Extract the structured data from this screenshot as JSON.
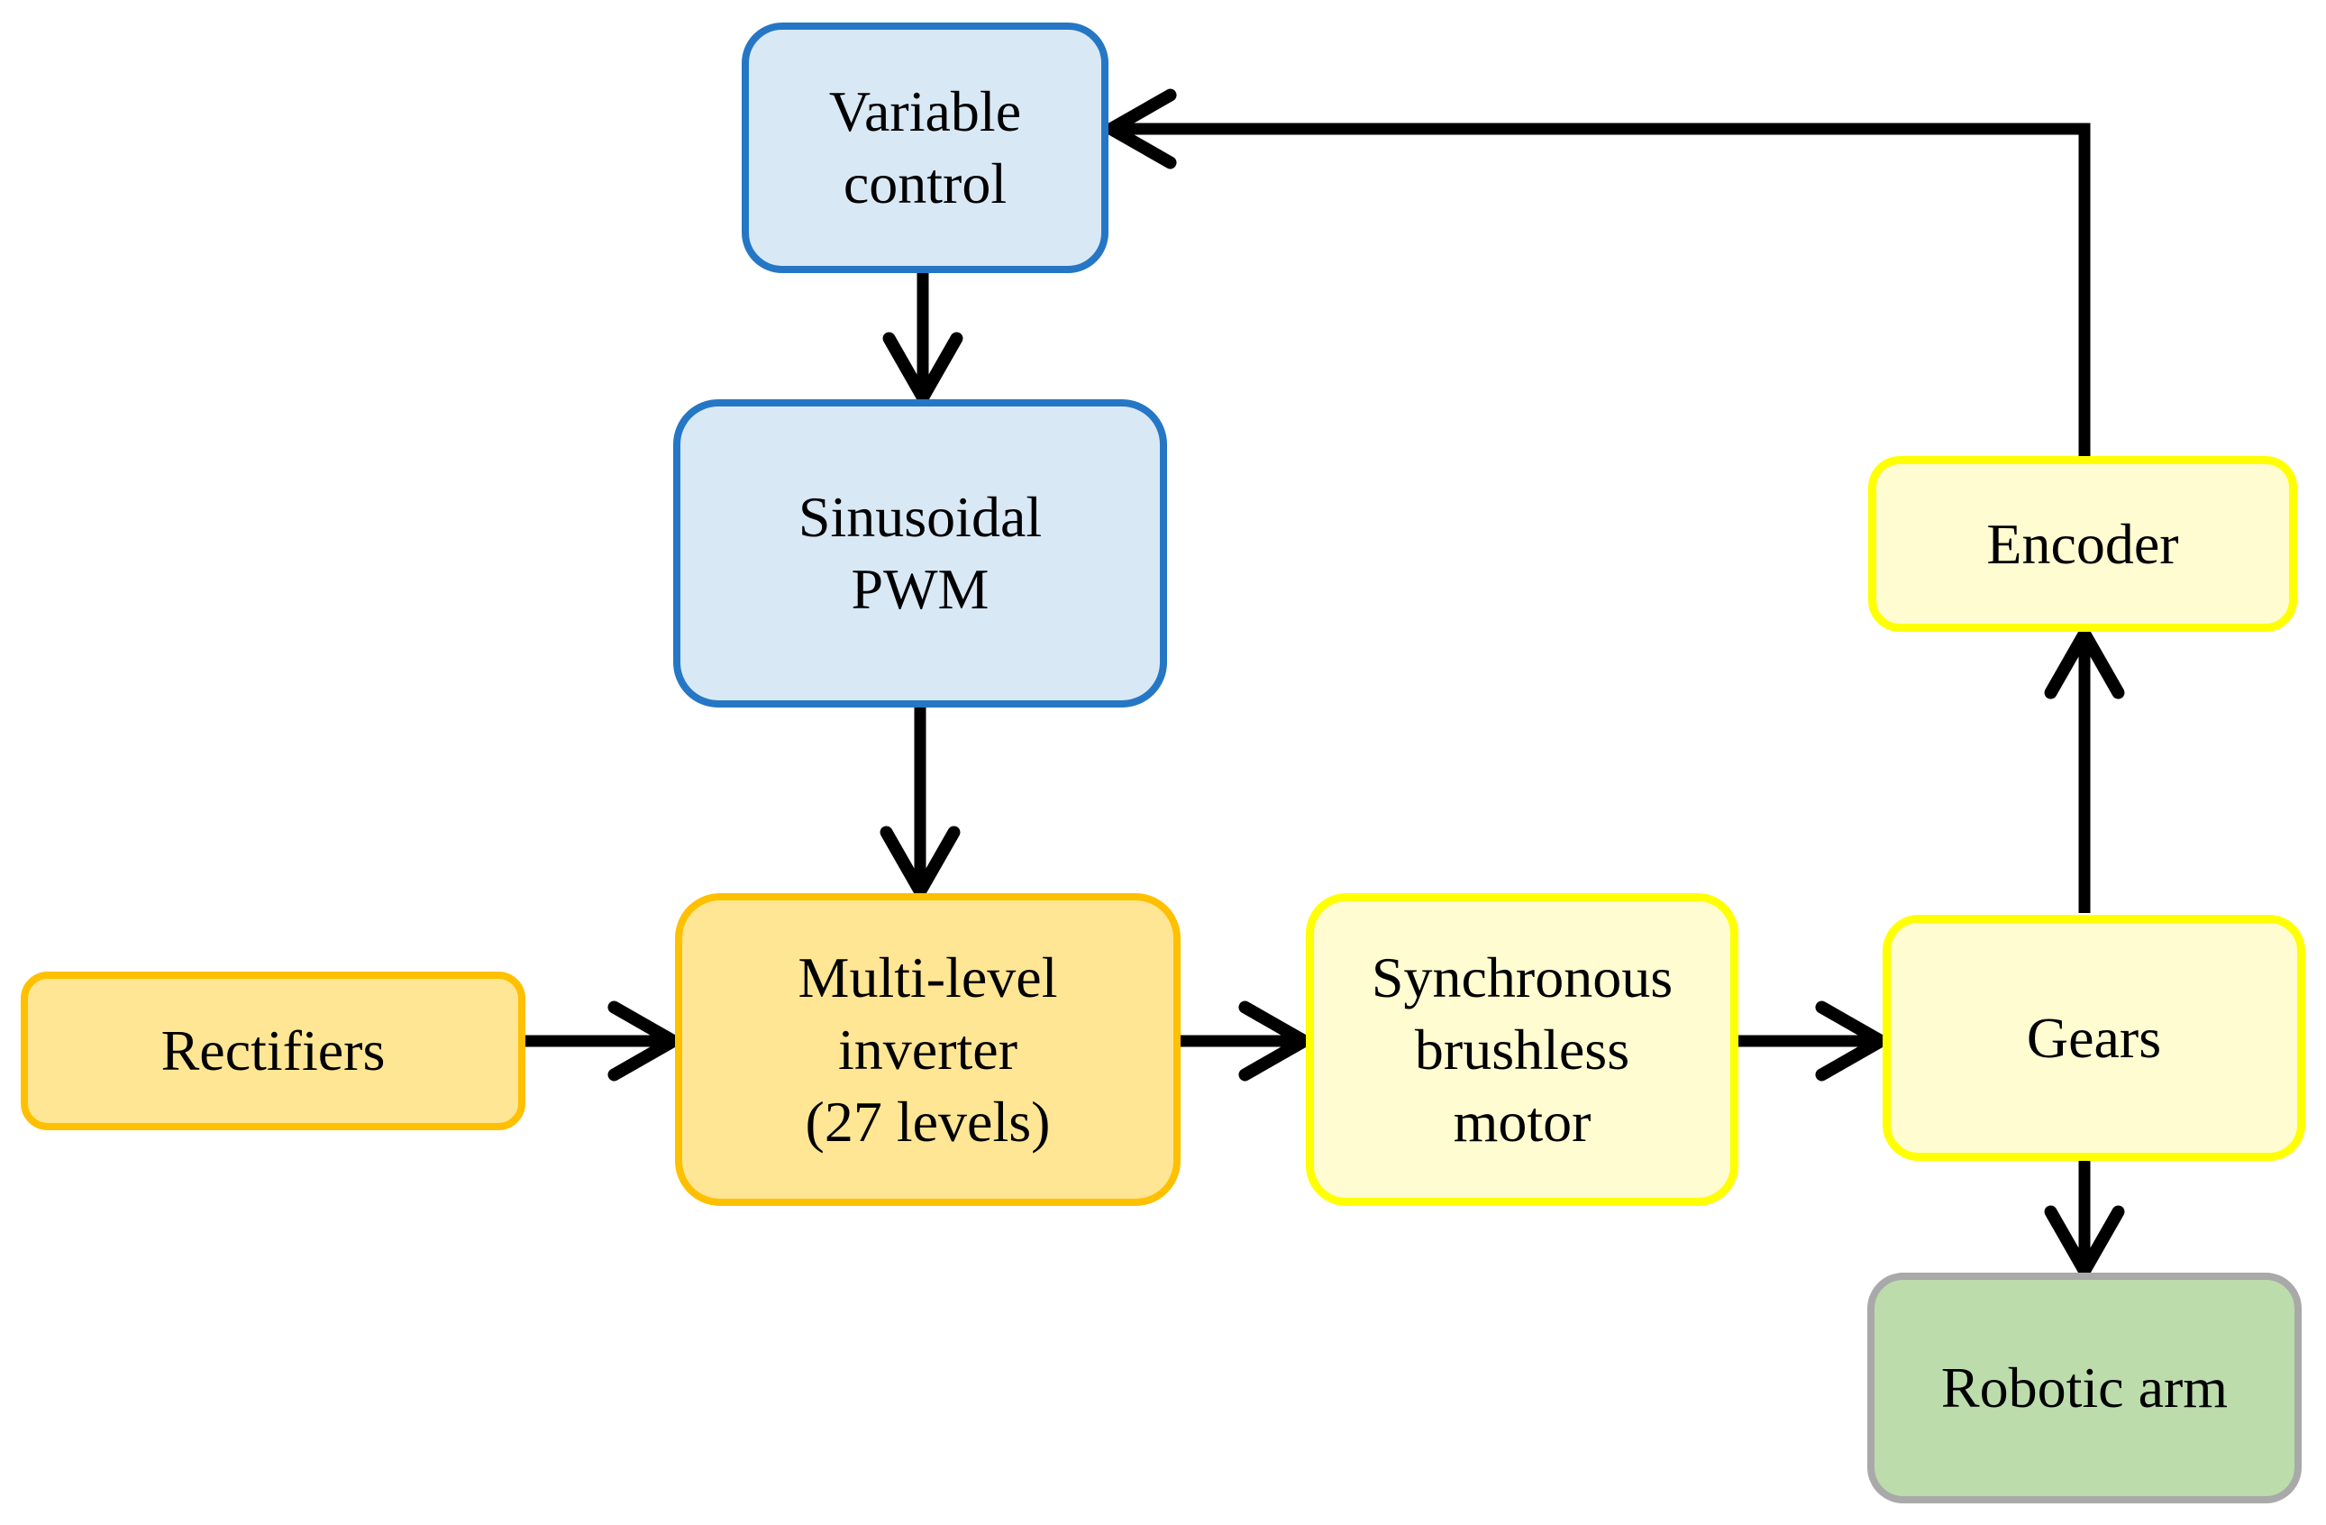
{
  "figure": {
    "type": "block-diagram",
    "background": "#FFFFFF",
    "arrow_color": "#000000",
    "nodes": {
      "variable_control": {
        "label": "Variable\ncontrol",
        "fill": "#D9E8F5",
        "border": "#2577C5"
      },
      "sinusoidal_pwm": {
        "label": "Sinusoidal\nPWM",
        "fill": "#D9E8F5",
        "border": "#2577C5"
      },
      "rectifiers": {
        "label": "Rectifiers",
        "fill": "#FFE694",
        "border": "#FFC000"
      },
      "multilevel_inverter": {
        "label": "Multi-level\ninverter\n(27 levels)",
        "fill": "#FFE694",
        "border": "#FFC000"
      },
      "synchronous_motor": {
        "label": "Synchronous\nbrushless\nmotor",
        "fill": "#FFFCD1",
        "border": "#FFFF00"
      },
      "gears": {
        "label": "Gears",
        "fill": "#FFFCD1",
        "border": "#FFFF00"
      },
      "encoder": {
        "label": "Encoder",
        "fill": "#FFFCD1",
        "border": "#FFFF00"
      },
      "robotic_arm": {
        "label": "Robotic arm",
        "fill": "#BCDCAC",
        "border": "#A9A9A9"
      }
    },
    "edges": [
      {
        "from": "Variable control",
        "to": "Sinusoidal PWM"
      },
      {
        "from": "Sinusoidal PWM",
        "to": "Multi-level inverter (27 levels)"
      },
      {
        "from": "Rectifiers",
        "to": "Multi-level inverter (27 levels)"
      },
      {
        "from": "Multi-level inverter (27 levels)",
        "to": "Synchronous brushless motor"
      },
      {
        "from": "Synchronous brushless motor",
        "to": "Gears"
      },
      {
        "from": "Gears",
        "to": "Encoder"
      },
      {
        "from": "Encoder",
        "to": "Variable control"
      },
      {
        "from": "Gears",
        "to": "Robotic arm"
      }
    ]
  }
}
